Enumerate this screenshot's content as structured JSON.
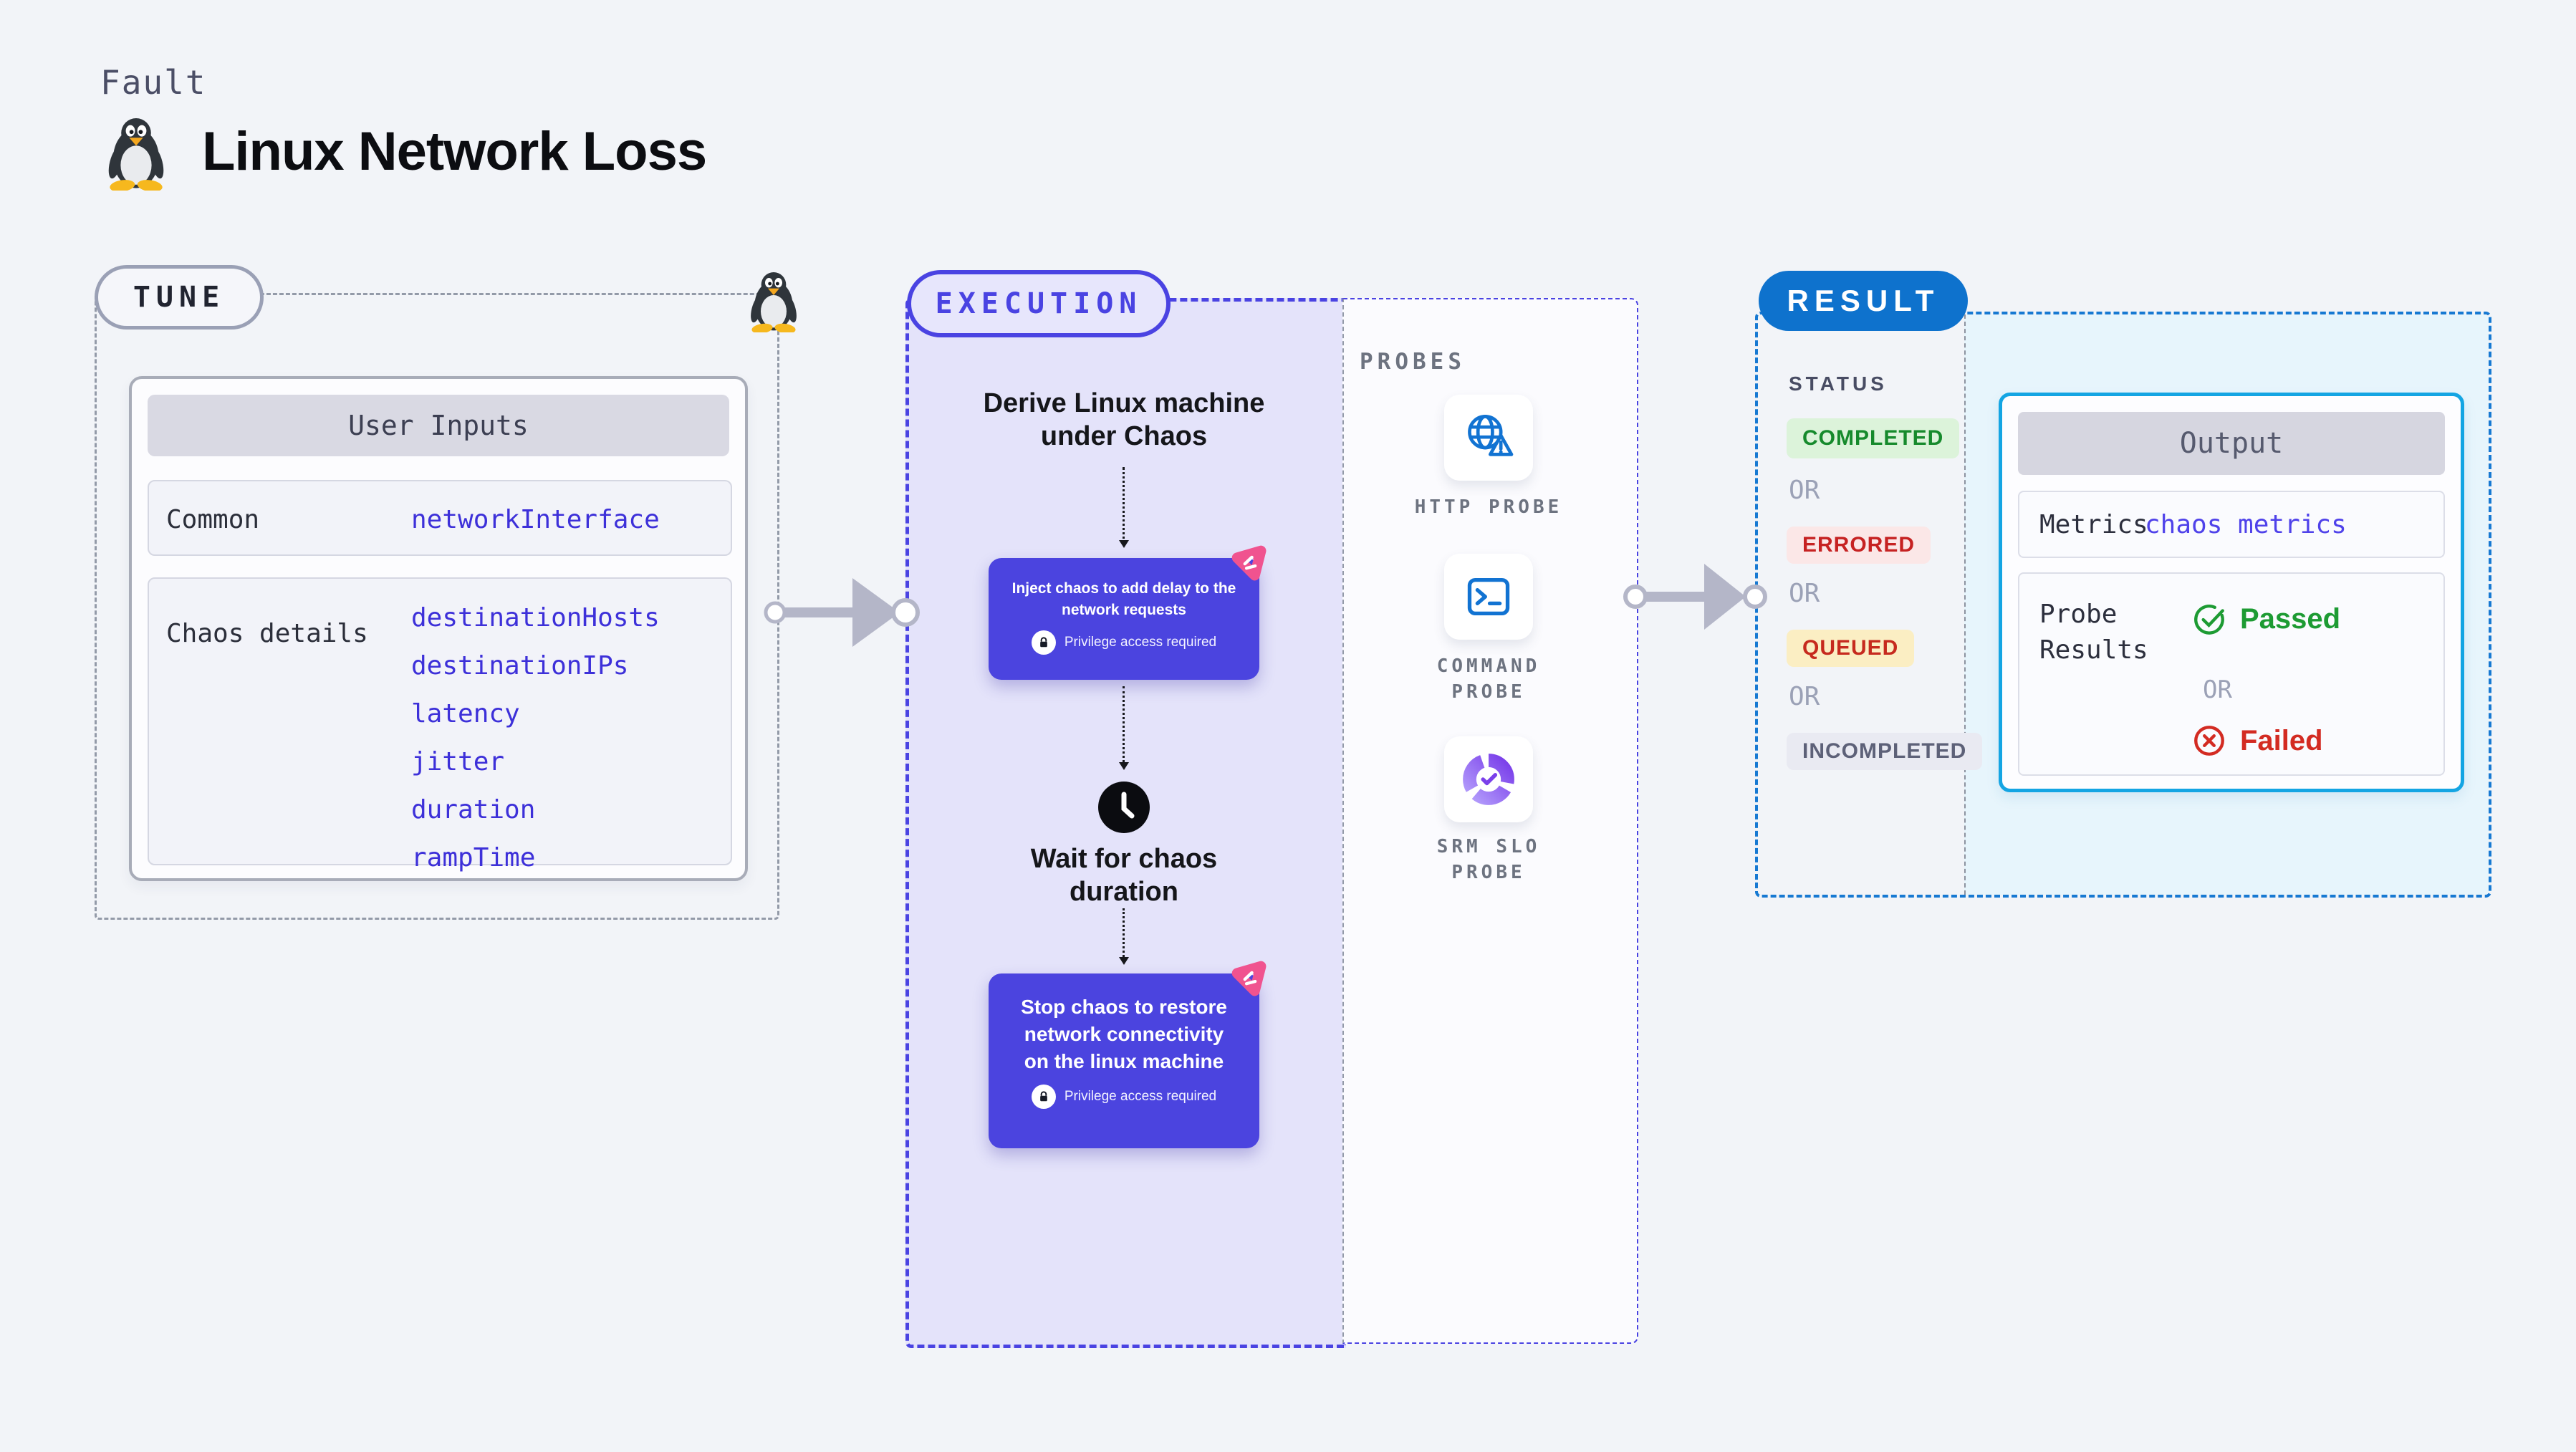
{
  "page": {
    "kicker": "Fault",
    "title": "Linux Network Loss"
  },
  "tune": {
    "badge": "TUNE",
    "table": {
      "header": "User Inputs",
      "rows": [
        {
          "label": "Common",
          "values": [
            "networkInterface"
          ]
        },
        {
          "label": "Chaos details",
          "values": [
            "destinationHosts",
            "destinationIPs",
            "latency",
            "jitter",
            "duration",
            "rampTime"
          ]
        }
      ]
    }
  },
  "execution": {
    "badge": "EXECUTION",
    "derive": "Derive Linux machine under Chaos",
    "inject": "Inject chaos to add delay to the network requests",
    "privilege": "Privilege access required",
    "wait": "Wait for chaos duration",
    "stop": "Stop chaos to restore network connectivity on the linux machine"
  },
  "probes": {
    "label": "PROBES",
    "items": [
      {
        "name": "HTTP PROBE",
        "icon": "globe-alert-icon"
      },
      {
        "name": "COMMAND PROBE",
        "icon": "terminal-icon"
      },
      {
        "name": "SRM SLO PROBE",
        "icon": "slo-donut-icon"
      }
    ]
  },
  "result": {
    "badge": "RESULT",
    "status_label": "STATUS",
    "separator": "OR",
    "statuses": [
      {
        "text": "COMPLETED",
        "kind": "success"
      },
      {
        "text": "ERRORED",
        "kind": "error"
      },
      {
        "text": "QUEUED",
        "kind": "warning"
      },
      {
        "text": "INCOMPLETED",
        "kind": "muted"
      }
    ],
    "output": {
      "header": "Output",
      "metrics_label": "Metrics",
      "metrics_value": "chaos metrics",
      "probe_results_label": "Probe Results",
      "passed": "Passed",
      "failed": "Failed"
    }
  },
  "colors": {
    "indigo": "#4a43e2",
    "indigoBox": "#4b44df",
    "lavender": "#e4e3fa",
    "blue": "#0e72cd",
    "blueDash": "#1779d2",
    "cyan": "#14a5e3",
    "cyanBg": "#e7f5fc",
    "green": "#168a2c",
    "greenBg": "#dcf3da",
    "passed": "#1d9b33",
    "red": "#c62222",
    "redBg": "#fbe7e7",
    "failed": "#d32b22",
    "yellowBg": "#fbeec3",
    "queuedText": "#c62a1e",
    "mutedBg": "#e9eaf2",
    "mutedText": "#5d6178",
    "grayDash": "#939aa8",
    "arrow": "#b4b6c8",
    "link": "#3d30d9",
    "linkLight": "#4f42ea",
    "pink": "#f0538f",
    "label": "#6d7380",
    "pageBg": "#f2f4f8"
  }
}
